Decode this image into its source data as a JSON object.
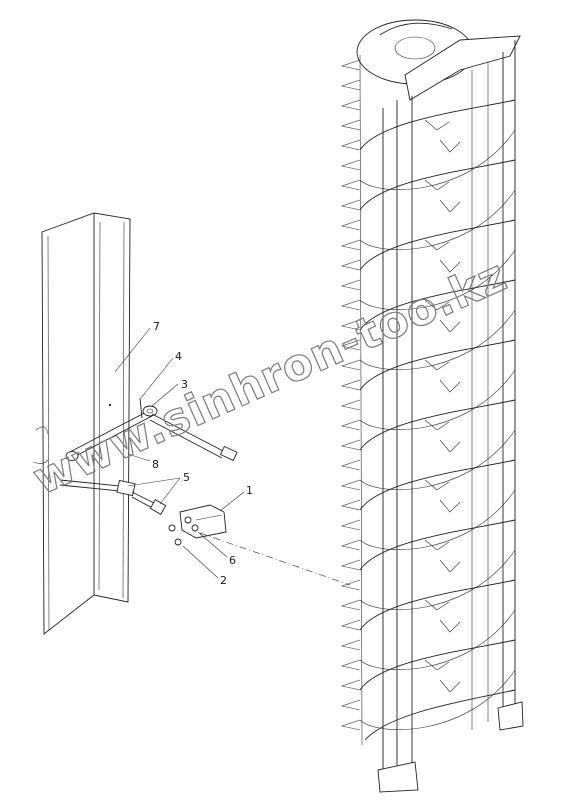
{
  "watermark": "www.sinhron-too.kz",
  "corner_mark": "",
  "callouts": [
    {
      "id": "7",
      "label": "7"
    },
    {
      "id": "4",
      "label": "4"
    },
    {
      "id": "3",
      "label": "3"
    },
    {
      "id": "8",
      "label": "8"
    },
    {
      "id": "5",
      "label": "5"
    },
    {
      "id": "1",
      "label": "1"
    },
    {
      "id": "6",
      "label": "6"
    },
    {
      "id": "2",
      "label": "2"
    }
  ],
  "colors": {
    "ink": "#222222",
    "paper": "#ffffff",
    "watermark": "#7a7a7a"
  }
}
